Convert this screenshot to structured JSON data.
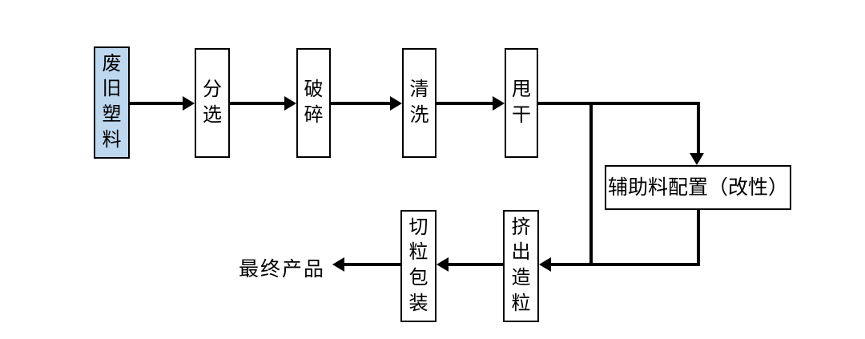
{
  "flowchart": {
    "title": "waste-plastic-recycling-process-flow",
    "nodes": {
      "waste_plastic": {
        "label": "废旧塑料"
      },
      "sorting": {
        "label": "分选"
      },
      "crushing": {
        "label": "破碎"
      },
      "washing": {
        "label": "清洗"
      },
      "spin_dry": {
        "label": "甩干"
      },
      "aux_material": {
        "label": "辅助料配置（改性）"
      },
      "extrusion": {
        "label": "挤出造粒"
      },
      "cut_pack": {
        "label": "切粒包装"
      },
      "final_product": {
        "label": "最终产品"
      }
    },
    "colors": {
      "highlight_fill": "#BDD7EE",
      "line": "#000000",
      "box_border": "#000000",
      "box_fill": "#FFFFFF"
    }
  }
}
